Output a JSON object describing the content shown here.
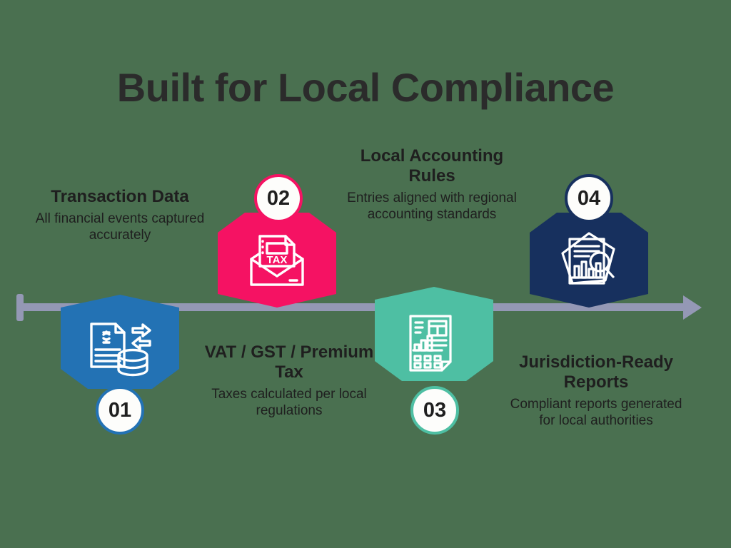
{
  "title": "Built for Local Compliance",
  "background_color": "#4a7050",
  "timeline": {
    "axis_color": "#9498b5",
    "direction": "left-to-right",
    "arrow_icon": "arrow-right-icon"
  },
  "steps": [
    {
      "number": "01",
      "heading": "Transaction Data",
      "description": "All financial events captured accurately",
      "color": "#2372B4",
      "position": "below",
      "badge_position": "bottom",
      "icon": "invoice-database-transfer-icon"
    },
    {
      "number": "02",
      "heading": "VAT / GST / Premium Tax",
      "description": "Taxes calculated per local regulations",
      "color": "#F51263",
      "position": "above",
      "badge_position": "top",
      "icon": "tax-envelope-icon"
    },
    {
      "number": "03",
      "heading": "Local Accounting Rules",
      "description": "Entries aligned with regional accounting standards",
      "color": "#4EBFA3",
      "position": "below",
      "badge_position": "bottom",
      "icon": "report-chart-document-icon"
    },
    {
      "number": "04",
      "heading": "Jurisdiction-Ready Reports",
      "description": "Compliant reports generated for local authorities",
      "color": "#17305E",
      "position": "above",
      "badge_position": "top",
      "icon": "report-magnifier-icon"
    }
  ]
}
